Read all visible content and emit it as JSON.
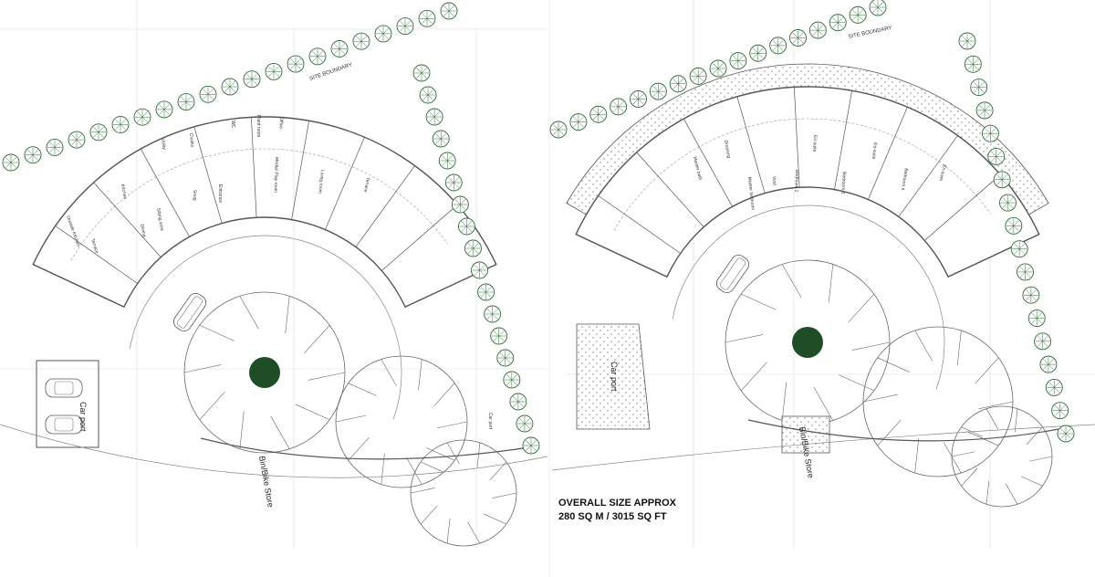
{
  "colors": {
    "tree": "#2f6b35",
    "pond": "#1f4d25",
    "line": "#555555",
    "hatch": "#bbbbbb"
  },
  "ground_floor": {
    "site_boundary": "SITE BOUNDARY",
    "rooms": [
      "Kitchen",
      "Outside Kitchen",
      "Terrace",
      "Dining",
      "Sitting area",
      "Snug",
      "Entrance",
      "Media/ Play room",
      "Living room",
      "Terrace",
      "WC",
      "Plant room",
      "Office",
      "Utility",
      "Cloaks"
    ],
    "car_port": "Car port",
    "car_port_side": "Car port",
    "bin_store": "Bin/Bike Store"
  },
  "first_floor": {
    "site_boundary": "SITE BOUNDARY",
    "rooms": [
      "Master bath",
      "Dressing",
      "Master bedroom",
      "Void",
      "Bedroom 2",
      "En-suite",
      "Bedroom 3",
      "En-suite",
      "Bedroom 4",
      "En-suite"
    ],
    "car_port": "Car port",
    "bin_store": "Bin/Bike Store"
  },
  "summary": {
    "line1": "OVERALL SIZE APPROX",
    "line2": "280 SQ M / 3015 SQ FT"
  }
}
